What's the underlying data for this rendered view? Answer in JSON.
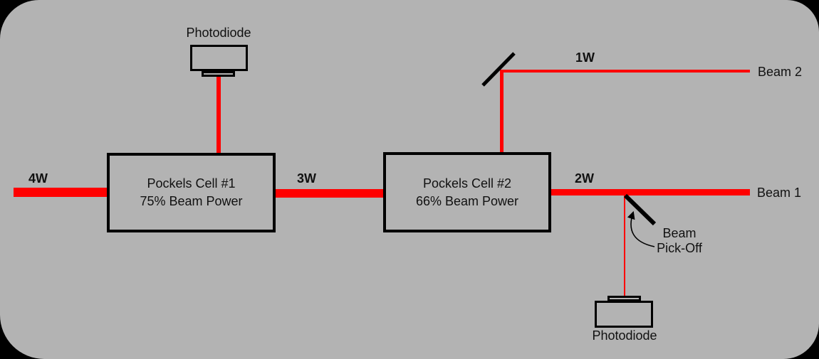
{
  "colors": {
    "page_background": "#000000",
    "panel_background": "#b3b3b3",
    "beam": "#ff0000",
    "outline": "#000000"
  },
  "photodiode_top": {
    "label": "Photodiode"
  },
  "photodiode_bottom": {
    "label": "Photodiode"
  },
  "pockels_cell_1": {
    "name": "Pockels Cell #1",
    "power": "75% Beam Power"
  },
  "pockels_cell_2": {
    "name": "Pockels Cell #2",
    "power": "66% Beam Power"
  },
  "beam_labels": {
    "input_power": "4W",
    "between_cells_power": "3W",
    "beam1_power": "2W",
    "beam2_power": "1W"
  },
  "outputs": {
    "beam1": "Beam 1",
    "beam2": "Beam 2"
  },
  "pick_off": {
    "line1": "Beam",
    "line2": "Pick-Off"
  }
}
